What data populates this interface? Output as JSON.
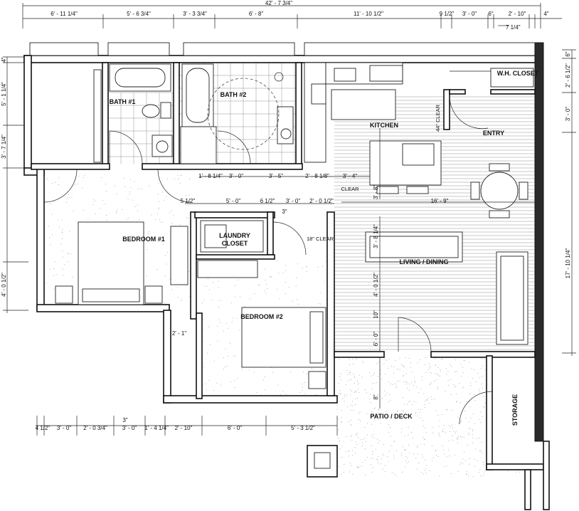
{
  "overall_dimension": "42' - 7 3/4\"",
  "top_dimensions": [
    "6' - 11 1/4\"",
    "5' - 6 3/4\"",
    "3' - 3 3/4\"",
    "6' - 8\"",
    "11' - 10 1/2\"",
    "9 1/2\"",
    "3' - 0\"",
    "6\"",
    "2' - 10\"",
    "4\"",
    "7 1/4\""
  ],
  "left_dimensions": [
    "4\"",
    "5' - 1 1/4\"",
    "3' - 7 1/4\"",
    "4' - 0 1/2\""
  ],
  "right_dimensions": [
    "6\"",
    "2' - 6 1/2\"",
    "3' - 0\"",
    "17' - 10 1/4\""
  ],
  "mid_dimensions": [
    "1' - 8 1/4\"",
    "3' - 0\"",
    "3' - 5\"",
    "2' - 8 1/8\"",
    "3' - 4\"",
    "5 1/2\"",
    "5' - 0\"",
    "6 1/2\"",
    "3' - 0\"",
    "2' - 0 1/2\"",
    "3\"",
    "16' - 9\"",
    "2' - 1\"",
    "3' - 8\"",
    "3' - 8 1/4\"",
    "4' - 0 1/2\"",
    "10\"",
    "6' - 0\"",
    "8\""
  ],
  "bottom_dimensions": [
    "4 1/2\"",
    "3' - 0\"",
    "2' - 0 3/4\"",
    "3' - 0\"",
    "1' - 4 1/4\"",
    "2' - 10\"",
    "6' - 0\"",
    "5' - 3 1/2\"",
    "3\""
  ],
  "rooms": {
    "bath1": "BATH #1",
    "bath2": "BATH #2",
    "kitchen": "KITCHEN",
    "entry": "ENTRY",
    "wh_closet": "W.H. CLOSET",
    "bedroom1": "BEDROOM #1",
    "bedroom2": "BEDROOM #2",
    "laundry_line1": "LAUNDRY",
    "laundry_line2": "CLOSET",
    "living": "LIVING / DINING",
    "patio": "PATIO / DECK",
    "storage": "STORAGE"
  },
  "notes": {
    "kitchen_clear": "44\" CLEAR",
    "clear": "CLEAR",
    "laundry_clear": "18\" CLEAR"
  }
}
